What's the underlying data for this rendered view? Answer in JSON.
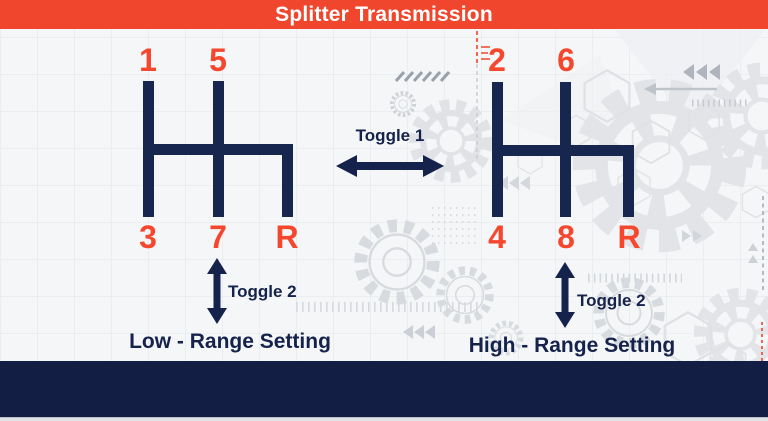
{
  "header": {
    "title": "Splitter Transmission"
  },
  "patterns": {
    "low": {
      "top_gears": [
        "1",
        "5"
      ],
      "bottom_gears": [
        "3",
        "7",
        "R"
      ],
      "label": "Low - Range Setting"
    },
    "high": {
      "top_gears": [
        "2",
        "6"
      ],
      "bottom_gears": [
        "4",
        "8",
        "R"
      ],
      "label": "High - Range Setting"
    }
  },
  "toggles": {
    "toggle1": "Toggle 1",
    "toggle2_low": "Toggle 2",
    "toggle2_high": "Toggle 2"
  },
  "colors": {
    "accent_orange": "#f0462d",
    "gear_number_orange": "#f4472e",
    "rail_navy": "#17264f",
    "footer_navy": "#121e44"
  }
}
